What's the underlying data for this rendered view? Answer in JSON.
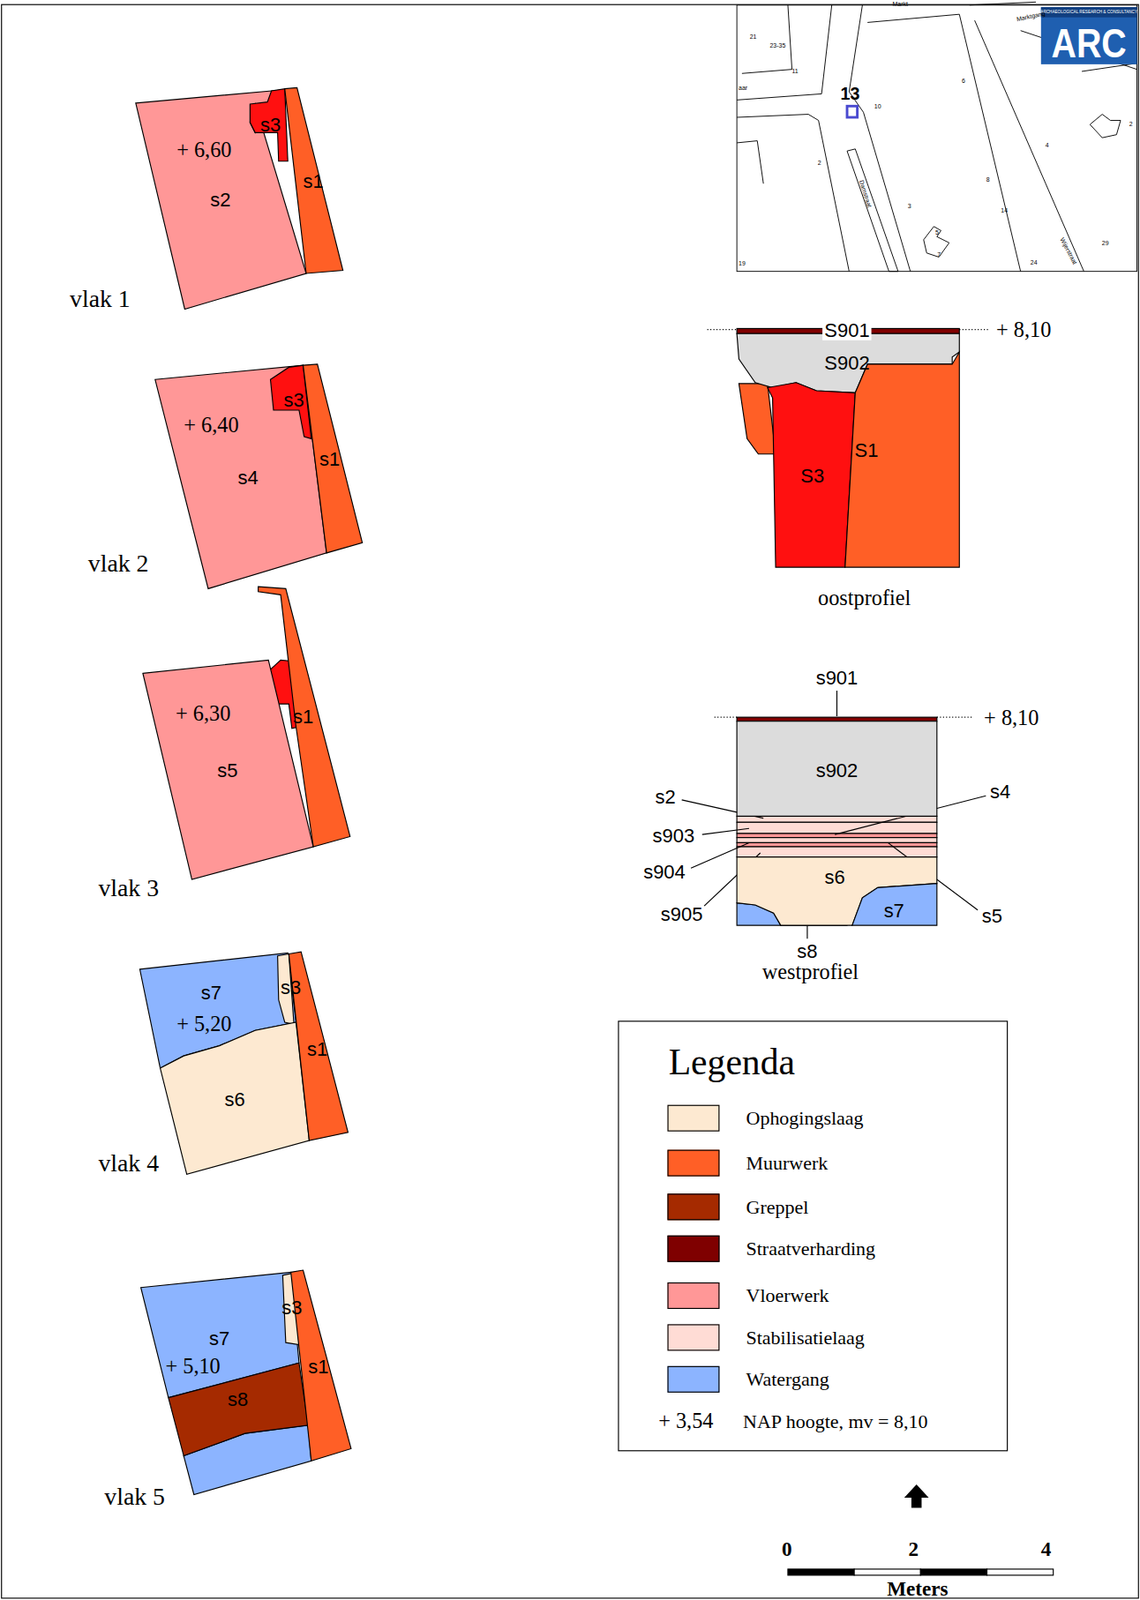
{
  "diagram": {
    "nodes": [
      {
        "text": [
          "+ 6,60",
          "s2"
        ]
      },
      {
        "text": [
          "s3"
        ]
      },
      {
        "text": [
          "s1"
        ]
      },
      {
        "text": [
          "+ 6,40",
          "s4"
        ]
      },
      {
        "text": [
          "s3"
        ]
      },
      {
        "text": [
          "s1"
        ]
      },
      {
        "text": [
          "+ 6,30",
          "s5"
        ]
      },
      {
        "text": [
          "s1"
        ]
      },
      {
        "text": [
          "s7",
          "+ 5,20"
        ]
      },
      {
        "text": [
          "s3"
        ]
      },
      {
        "text": [
          "s6"
        ]
      },
      {
        "text": [
          "s1"
        ]
      },
      {
        "text": [
          "s7",
          "+ 5,10"
        ]
      },
      {
        "text": [
          "s3"
        ]
      },
      {
        "text": [
          "s8"
        ]
      },
      {
        "text": [
          "s1"
        ]
      },
      {
        "text": [
          "S902"
        ]
      },
      {
        "text": [
          "S3"
        ]
      },
      {
        "text": [
          "S1"
        ]
      },
      {
        "text": [
          "s902"
        ]
      },
      {
        "text": [
          "s6"
        ]
      },
      {
        "text": [
          "s7"
        ]
      }
    ],
    "labels": [
      "ARCHAEOLOGICAL RESEARCH & CONSULTANCY",
      "ARC",
      "Marktgang",
      "Markt",
      "21",
      "23-35",
      "11",
      "aar",
      "13",
      "10",
      "6",
      "2",
      "Damstraat",
      "3",
      "8",
      "4",
      "14",
      "5",
      "7",
      "Wijerstraat",
      "29",
      "24",
      "19",
      "2",
      "vlak 1",
      "vlak 2",
      "vlak 3",
      "vlak 4",
      "vlak 5",
      "S901",
      "+ 8,10",
      "oostprofiel",
      "s901",
      "+ 8,10",
      "s2",
      "s903",
      "s904",
      "s905",
      "s4",
      "s5",
      "s8",
      "westprofiel",
      "Legenda",
      "+ 3,54",
      "0",
      "2",
      "4",
      "Meters"
    ],
    "legend": [
      {
        "text": "Ophogingslaag",
        "color": "#fde9d1"
      },
      {
        "text": "Muurwerk",
        "color": "#ff5f26"
      },
      {
        "text": "Greppel",
        "color": "#a52a00"
      },
      {
        "text": "Straatverharding",
        "color": "#7f0000"
      },
      {
        "text": "Vloerwerk",
        "color": "#ff9797"
      },
      {
        "text": "Stabilisatielaag",
        "color": "#ffdcd5"
      },
      {
        "text": "Watergang",
        "color": "#8cb4ff"
      },
      {
        "text": "NAP hoogte, mv = 8,10"
      }
    ]
  }
}
